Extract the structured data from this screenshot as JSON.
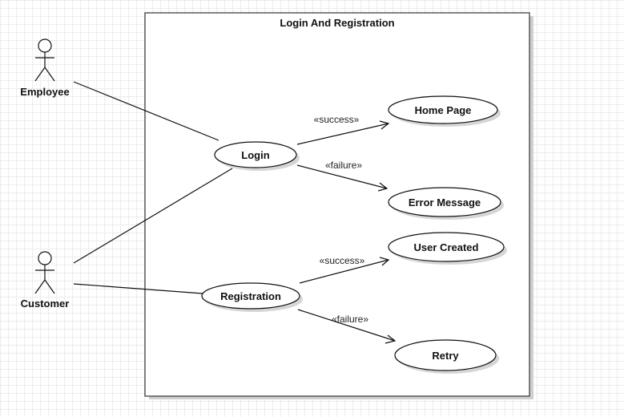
{
  "diagram": {
    "system_title": "Login And Registration",
    "actors": [
      {
        "id": "employee",
        "label": "Employee"
      },
      {
        "id": "customer",
        "label": "Customer"
      }
    ],
    "use_cases": [
      {
        "id": "login",
        "label": "Login"
      },
      {
        "id": "registration",
        "label": "Registration"
      },
      {
        "id": "home-page",
        "label": "Home Page"
      },
      {
        "id": "error-message",
        "label": "Error Message"
      },
      {
        "id": "user-created",
        "label": "User Created"
      },
      {
        "id": "retry",
        "label": "Retry"
      }
    ],
    "associations": [
      {
        "from": "employee",
        "to": "login"
      },
      {
        "from": "customer",
        "to": "login"
      },
      {
        "from": "customer",
        "to": "registration"
      }
    ],
    "dependencies": [
      {
        "from": "login",
        "to": "home-page",
        "stereotype": "«success»"
      },
      {
        "from": "login",
        "to": "error-message",
        "stereotype": "«failure»"
      },
      {
        "from": "registration",
        "to": "user-created",
        "stereotype": "«success»"
      },
      {
        "from": "registration",
        "to": "retry",
        "stereotype": "«failure»"
      }
    ]
  }
}
